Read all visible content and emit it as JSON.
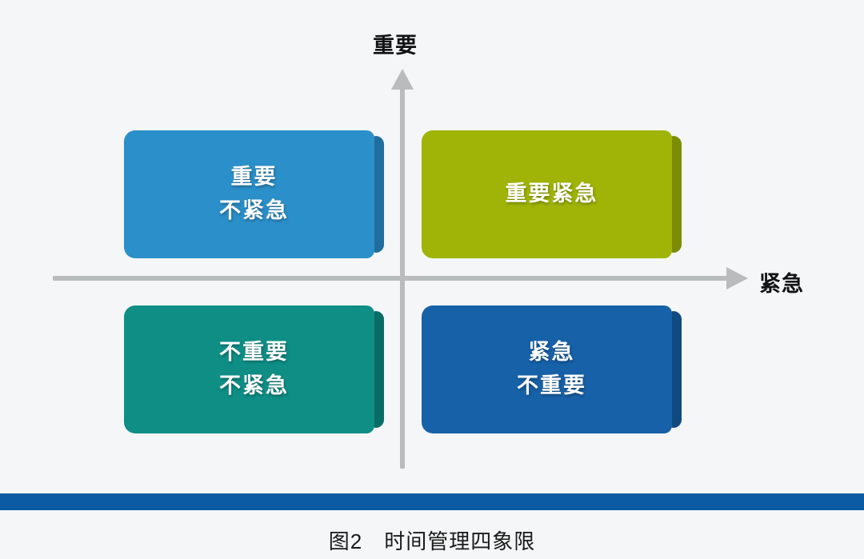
{
  "page": {
    "background_color": "#f4f6f7"
  },
  "axes": {
    "y_label": "重要",
    "x_label": "紧急",
    "line_color": "#b8bcbd"
  },
  "quadrants": [
    {
      "id": "important-not-urgent",
      "position": "top-left",
      "lines": [
        "重要",
        "不紧急"
      ],
      "face_color": "#2b8fc9",
      "edge_color": "#1f6e9e"
    },
    {
      "id": "important-urgent",
      "position": "top-right",
      "lines": [
        "重要紧急"
      ],
      "face_color": "#9fb406",
      "edge_color": "#7c8c04"
    },
    {
      "id": "not-important-not-urgent",
      "position": "bottom-left",
      "lines": [
        "不重要",
        "不紧急"
      ],
      "face_color": "#0f8e86",
      "edge_color": "#0a6c66"
    },
    {
      "id": "urgent-not-important",
      "position": "bottom-right",
      "lines": [
        "紧急",
        "不重要"
      ],
      "face_color": "#1761a8",
      "edge_color": "#104a80"
    }
  ],
  "footer": {
    "bar_color": "#0a5ba3",
    "caption": "图2　时间管理四象限"
  }
}
